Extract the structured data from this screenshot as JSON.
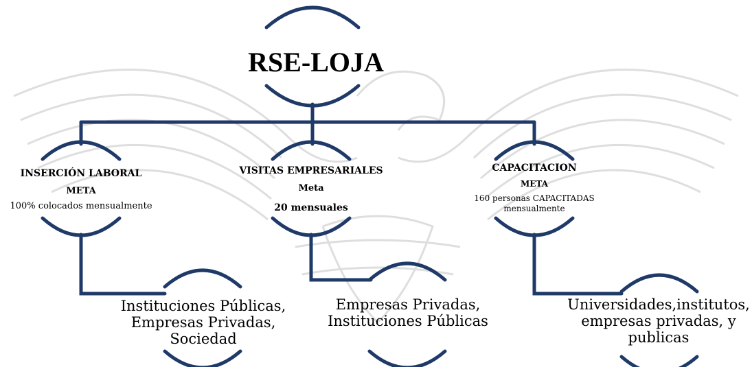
{
  "colors": {
    "connector": "#1F3A68",
    "watermark": "#BDBDBD",
    "text": "#000000"
  },
  "root": {
    "title": "RSE-LOJA"
  },
  "branches": [
    {
      "title": "INSERCIÓN  LABORAL",
      "meta": "META",
      "goal": "100% colocados mensualmente",
      "leaf": [
        "Instituciones  Públicas,",
        "Empresas Privadas,",
        "Sociedad"
      ]
    },
    {
      "title": "VISITAS EMPRESARIALES",
      "meta": "Meta",
      "goal": "20 mensuales",
      "leaf": [
        "Empresas Privadas,",
        "Instituciones Públicas"
      ]
    },
    {
      "title": "CAPACITACION",
      "meta": "META",
      "goal": [
        "160 personas CAPACITADAS",
        "mensualmente"
      ],
      "leaf": [
        "Universidades,institutos,",
        "empresas privadas, y",
        "publicas"
      ]
    }
  ]
}
